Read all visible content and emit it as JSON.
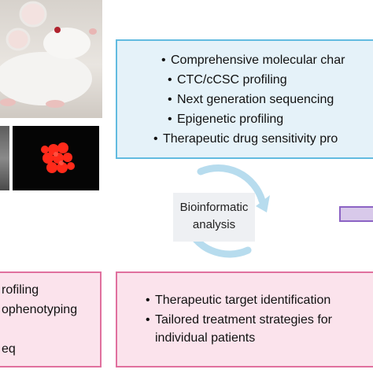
{
  "top_box": {
    "items": [
      {
        "bullet": "•",
        "text": "Comprehensive molecular char",
        "level": 0
      },
      {
        "bullet": "•",
        "text": "CTC/cCSC profiling",
        "level": 1
      },
      {
        "bullet": "•",
        "text": "Next generation sequencing",
        "level": 1
      },
      {
        "bullet": "•",
        "text": "Epigenetic profiling",
        "level": 1
      },
      {
        "bullet": "•",
        "text": "Therapeutic drug sensitivity pro",
        "level": 0
      }
    ]
  },
  "center": {
    "line1": "Bioinformatic",
    "line2": "analysis"
  },
  "left_bottom_box": {
    "lines": [
      "rofiling",
      "ophenotyping",
      "",
      "eq"
    ]
  },
  "right_bottom_box": {
    "lines": [
      {
        "bullet": "•",
        "text": "Therapeutic target identification"
      },
      {
        "bullet": "•",
        "text": "Tailored treatment strategies for"
      },
      {
        "bullet": "",
        "text": "individual patients"
      }
    ]
  },
  "colors": {
    "blue_border": "#62bbe0",
    "blue_fill": "#e5f2f9",
    "pink_border": "#e0709e",
    "pink_fill": "#fbe3ec",
    "purple_border": "#8c63c4",
    "purple_fill": "#d8c9ea",
    "cycle_arrow": "#b7dcee",
    "fluorescence_red": "#ff2a1a"
  },
  "icons": {
    "mouse_photo": "white-mouse-photo",
    "gray_micrograph": "brightfield-micrograph",
    "red_micrograph": "fluorescent-spheroid-micrograph",
    "cycle": "circular-arrows-icon"
  }
}
